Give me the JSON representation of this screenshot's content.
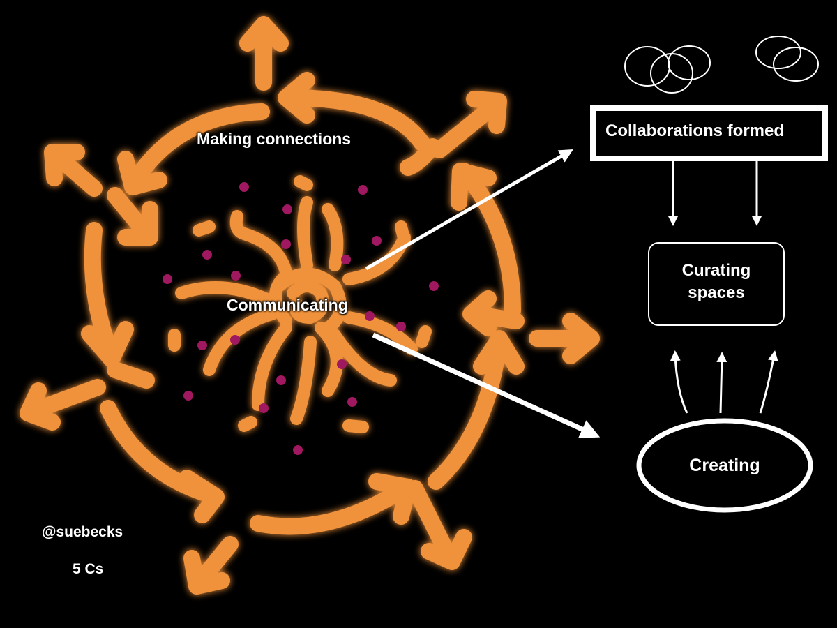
{
  "colors": {
    "background": "#000000",
    "stroke": "#F0923A",
    "glow": "#A8551C",
    "dots": "#A0185F",
    "lines": "#FFFFFF"
  },
  "labels": {
    "outer_ring": "Making connections",
    "center": "Communicating",
    "collaborations": "Collaborations formed",
    "curating_line1": "Curating",
    "curating_line2": "spaces",
    "creating": "Creating"
  },
  "footer": {
    "handle": "@suebecks",
    "title": "5 Cs"
  }
}
